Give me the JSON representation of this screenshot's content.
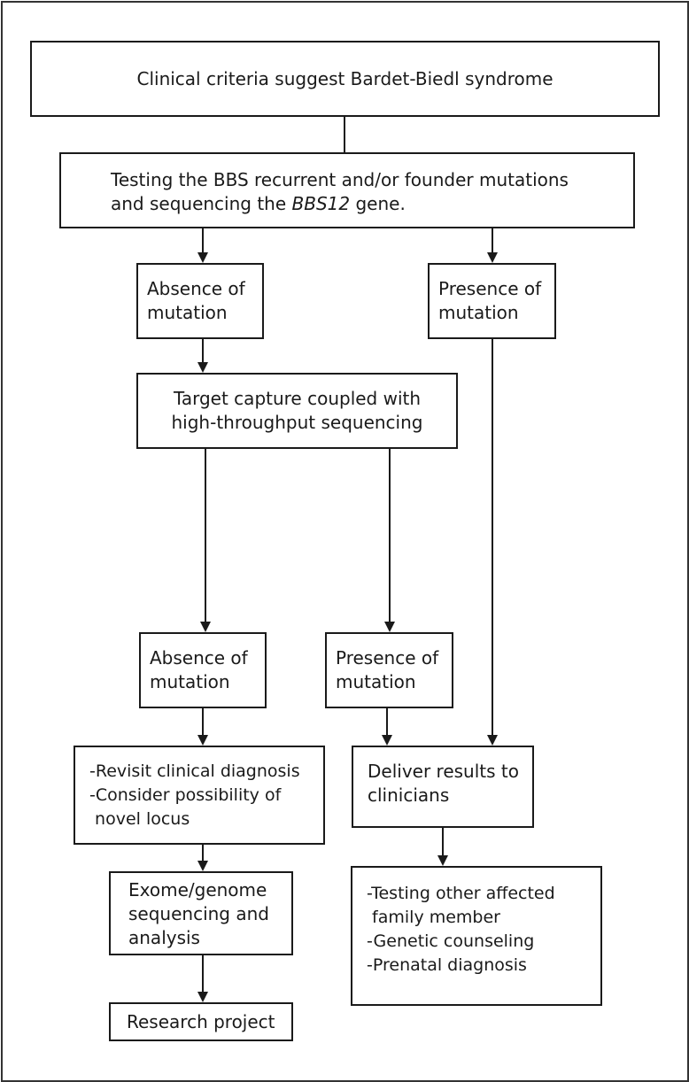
{
  "nodes": {
    "clinical_criteria": {
      "lines": [
        "Clinical criteria suggest Bardet-Biedl syndrome"
      ]
    },
    "testing": {
      "line1": "Testing the BBS recurrent and/or founder mutations",
      "line2_pre": "and sequencing the ",
      "line2_italic": "BBS12",
      "line2_post": " gene."
    },
    "absence_1": {
      "lines": [
        "Absence of",
        "mutation"
      ]
    },
    "presence_1": {
      "lines": [
        "Presence of",
        "mutation"
      ]
    },
    "target_capture": {
      "lines": [
        "Target capture coupled with",
        "high-throughput sequencing"
      ]
    },
    "absence_2": {
      "lines": [
        "Absence of",
        "mutation"
      ]
    },
    "presence_2": {
      "lines": [
        "Presence of",
        "mutation"
      ]
    },
    "revisit": {
      "lines": [
        "-Revisit clinical diagnosis",
        "-Consider possibility of",
        " novel locus"
      ]
    },
    "deliver": {
      "lines": [
        "Deliver results to",
        "clinicians"
      ]
    },
    "exome": {
      "lines": [
        "Exome/genome",
        "sequencing and",
        "analysis"
      ]
    },
    "followup": {
      "lines": [
        "-Testing other affected",
        " family member",
        "-Genetic counseling",
        "-Prenatal diagnosis"
      ]
    },
    "research": {
      "lines": [
        "Research project"
      ]
    }
  },
  "edges": [
    {
      "from": "clinical_criteria",
      "to": "testing",
      "arrow": false
    },
    {
      "from": "testing",
      "to": "absence_1",
      "arrow": true
    },
    {
      "from": "testing",
      "to": "presence_1",
      "arrow": true
    },
    {
      "from": "absence_1",
      "to": "target_capture",
      "arrow": true
    },
    {
      "from": "target_capture",
      "to": "absence_2",
      "arrow": true
    },
    {
      "from": "target_capture",
      "to": "presence_2",
      "arrow": true
    },
    {
      "from": "presence_1",
      "to": "deliver",
      "arrow": true
    },
    {
      "from": "absence_2",
      "to": "revisit",
      "arrow": true
    },
    {
      "from": "presence_2",
      "to": "deliver",
      "arrow": true
    },
    {
      "from": "revisit",
      "to": "exome",
      "arrow": true
    },
    {
      "from": "deliver",
      "to": "followup",
      "arrow": true
    },
    {
      "from": "exome",
      "to": "research",
      "arrow": true
    }
  ]
}
